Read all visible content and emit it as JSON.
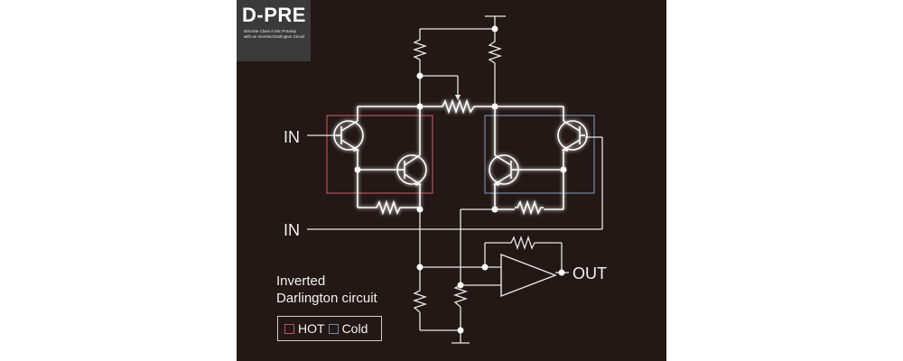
{
  "logo": {
    "title": "D-PRE",
    "subtitle_line1": "Discrete Class A Mic Preamp",
    "subtitle_line2": "with an Inverted Darlington Circuit"
  },
  "labels": {
    "in_top": "IN",
    "in_bottom": "IN",
    "out": "OUT"
  },
  "legend": {
    "title": "Inverted\nDarlington circuit",
    "hot": "HOT",
    "cold": "Cold"
  },
  "colors": {
    "background": "#231815",
    "wire": "#e8e8e8",
    "hot_frame": "#b8525c",
    "cold_frame": "#6f89a8",
    "glow": "#ffffff"
  }
}
